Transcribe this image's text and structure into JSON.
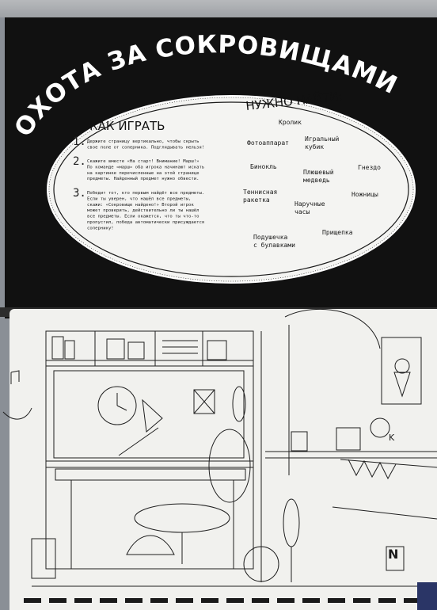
{
  "title": "ОХОТА ЗА СОКРОВИЩАМИ",
  "how_to_play": {
    "heading": "КАК ИГРАТЬ",
    "steps": [
      {
        "num": "1.",
        "lines": [
          "Держите страницу вертикально, чтобы скрыть",
          "свое поле от соперника. Подглядывать нельзя!"
        ]
      },
      {
        "num": "2.",
        "lines": [
          "Скажите вместе «На старт! Внимание! Марш!»",
          "По команде «марш» оба игрока начинают искать",
          "на картинке перечисленные на этой странице",
          "предметы. Найденный предмет нужно обвести."
        ]
      },
      {
        "num": "3.",
        "lines": [
          "Победит тот, кто первым найдёт все предметы.",
          "Если ты уверен, что нашёл все предметы,",
          "скажи: «Сокровище найдено!» Второй игрок",
          "может проверить, действительно ли ты нашёл",
          "все предметы. Если окажется, что ты что-то",
          "пропустил, победа автоматически присуждается",
          "сопернику!"
        ]
      }
    ]
  },
  "find": {
    "heading": "НУЖНО НАЙТИ:",
    "items": [
      {
        "id": "rabbit",
        "lines": [
          "Кролик"
        ]
      },
      {
        "id": "camera",
        "lines": [
          "Фотоаппарат"
        ]
      },
      {
        "id": "dice",
        "lines": [
          "Игральный",
          "кубик"
        ]
      },
      {
        "id": "nest",
        "lines": [
          "Гнездо"
        ]
      },
      {
        "id": "binoculars",
        "lines": [
          "Бинокль"
        ]
      },
      {
        "id": "teddy",
        "lines": [
          "Плюшевый",
          "медведь"
        ]
      },
      {
        "id": "racket",
        "lines": [
          "Теннисная",
          "ракетка"
        ]
      },
      {
        "id": "watch",
        "lines": [
          "Наручные",
          "часы"
        ]
      },
      {
        "id": "scissors",
        "lines": [
          "Ножницы"
        ]
      },
      {
        "id": "pincushion",
        "lines": [
          "Подушечка",
          "с булавками"
        ]
      },
      {
        "id": "clothespin",
        "lines": [
          "Прищепка"
        ]
      }
    ]
  },
  "colors": {
    "dark": "#111111",
    "paper": "#f1f1ee",
    "ink": "#1a1a1a"
  }
}
